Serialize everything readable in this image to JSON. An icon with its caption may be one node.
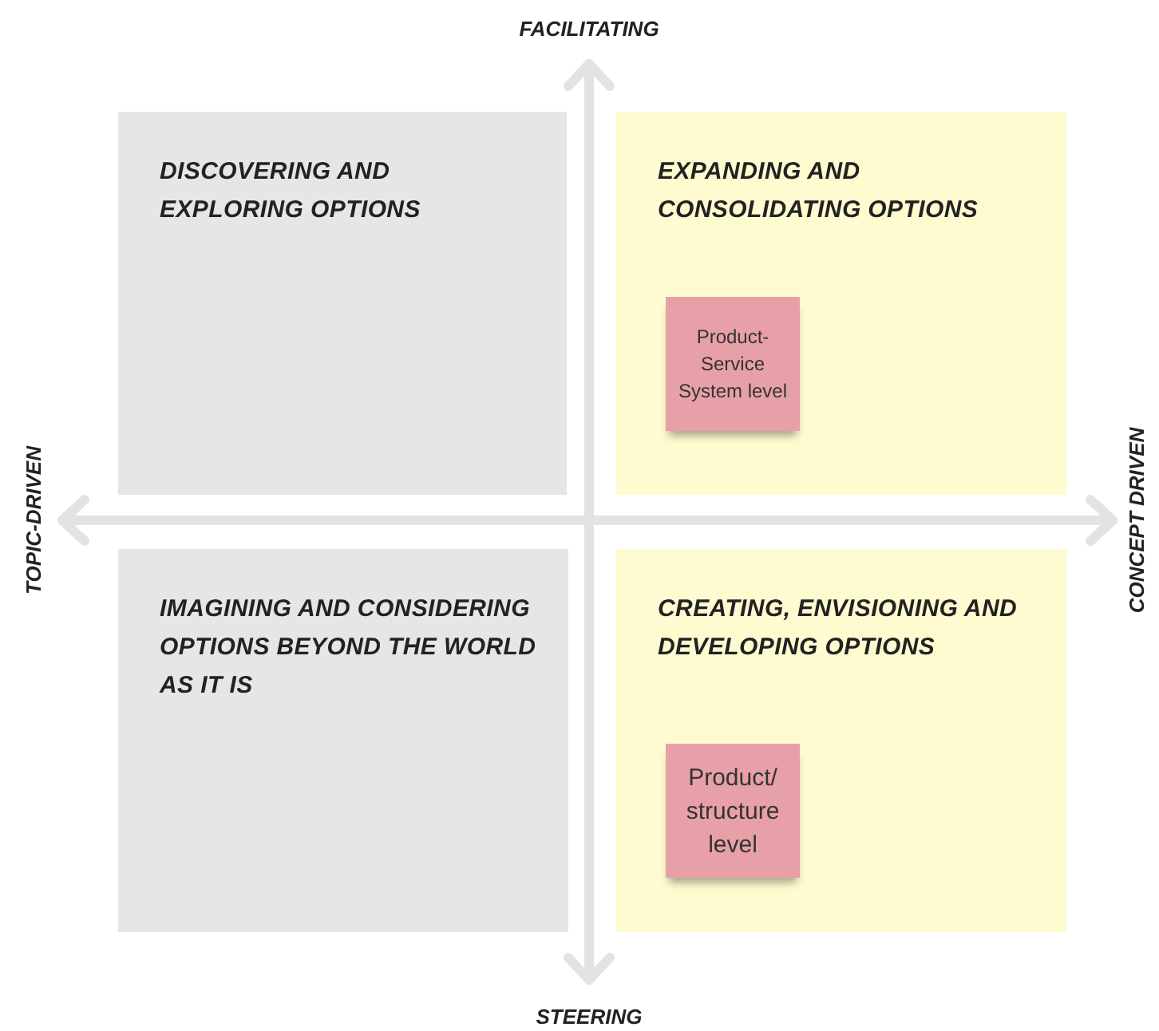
{
  "diagram": {
    "nodes": [
      {
        "text": [
          "DISCOVERING AND EXPLORING OPTIONS"
        ]
      },
      {
        "text": [
          "EXPANDING AND CONSOLIDATING OPTIONS"
        ]
      },
      {
        "text": [
          "Product-Service System level"
        ],
        "in": 1
      },
      {
        "text": [
          "IMAGINING AND CONSIDERING OPTIONS BEYOND THE WORLD AS IT IS"
        ]
      },
      {
        "text": [
          "CREATING, ENVISIONING AND DEVELOPING OPTIONS"
        ]
      },
      {
        "text": [
          "Product/ structure level"
        ],
        "in": 4
      }
    ],
    "labels": [
      "FACILITATING",
      "TOPIC-DRIVEN",
      "CONCEPT DRIVEN",
      "STEERING"
    ]
  }
}
